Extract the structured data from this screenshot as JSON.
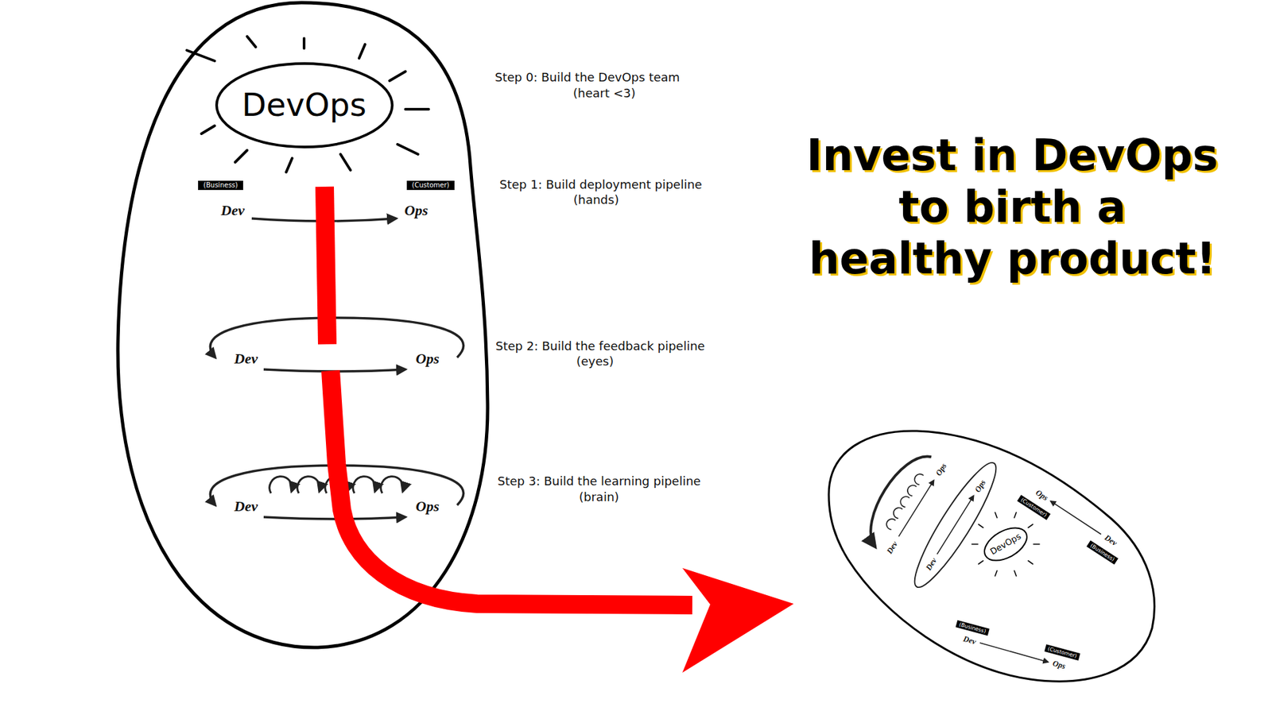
{
  "diagram": {
    "title": "Invest in DevOps to birth a healthy product!",
    "nodes": [
      {
        "text": [
          "DevOps"
        ]
      },
      {
        "text": [
          "(Business)"
        ]
      },
      {
        "text": [
          "(Customer)"
        ]
      },
      {
        "text": [
          "(Customer)"
        ]
      },
      {
        "text": [
          "DevOps"
        ]
      },
      {
        "text": [
          "(Business)"
        ]
      },
      {
        "text": [
          "(Business)"
        ]
      },
      {
        "text": [
          "(Customer)"
        ]
      }
    ],
    "labels": [
      "Step 0: Build the DevOps team",
      "(heart <3)",
      "Dev",
      "Ops",
      "Step 1: Build deployment pipeline",
      "(hands)",
      "Dev",
      "Ops",
      "Step 2: Build the feedback pipeline",
      "(eyes)",
      "Dev",
      "Ops",
      "Step 3: Build the learning pipeline",
      "(brain)",
      "Ops",
      "Ops",
      "Ops",
      "Dev",
      "Dev",
      "Dev",
      "Dev",
      "Ops"
    ]
  }
}
